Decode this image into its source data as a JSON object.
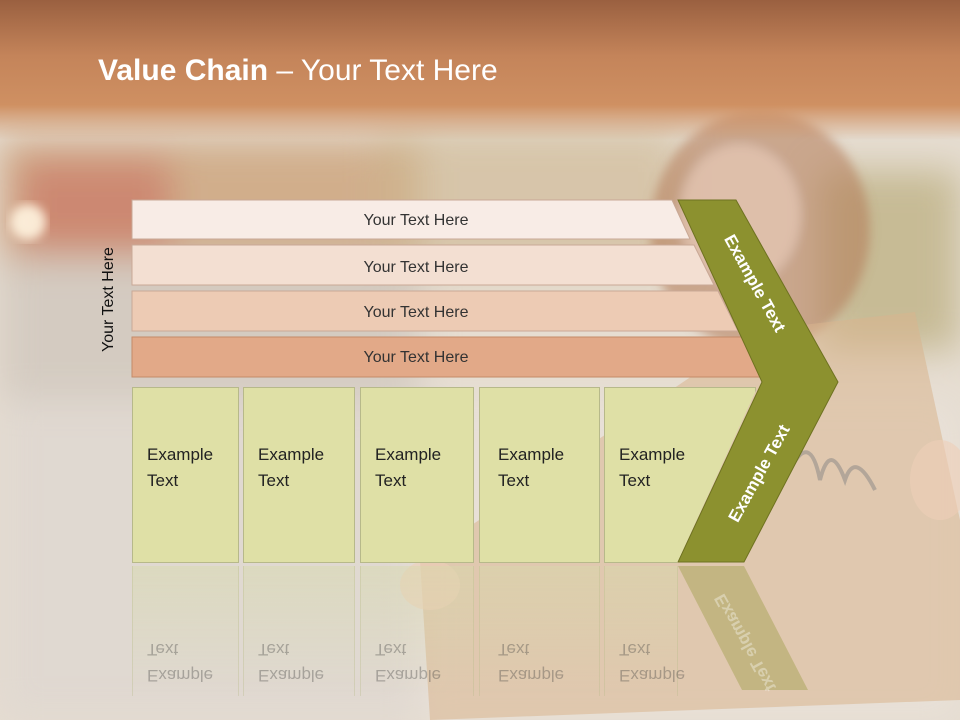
{
  "title": {
    "bold": "Value Chain",
    "rest": " – Your Text Here"
  },
  "side_label": "Your Text Here",
  "bars": [
    {
      "label": "Your Text Here",
      "color": "#f8ece6"
    },
    {
      "label": "Your Text Here",
      "color": "#f3dfd2"
    },
    {
      "label": "Your Text Here",
      "color": "#edcbb4"
    },
    {
      "label": "Your Text Here",
      "color": "#e2a988"
    }
  ],
  "boxes": [
    {
      "line1": "Example",
      "line2": "Text"
    },
    {
      "line1": "Example",
      "line2": "Text"
    },
    {
      "line1": "Example",
      "line2": "Text"
    },
    {
      "line1": "Example",
      "line2": "Text"
    },
    {
      "line1": "Example",
      "line2": "Text"
    }
  ],
  "chevron": {
    "upper_text": "Example Text",
    "lower_text": "Example Text",
    "color": "#8c912f"
  },
  "colors": {
    "box_fill": "#dfe0a6",
    "title_band": "#c4845a"
  }
}
